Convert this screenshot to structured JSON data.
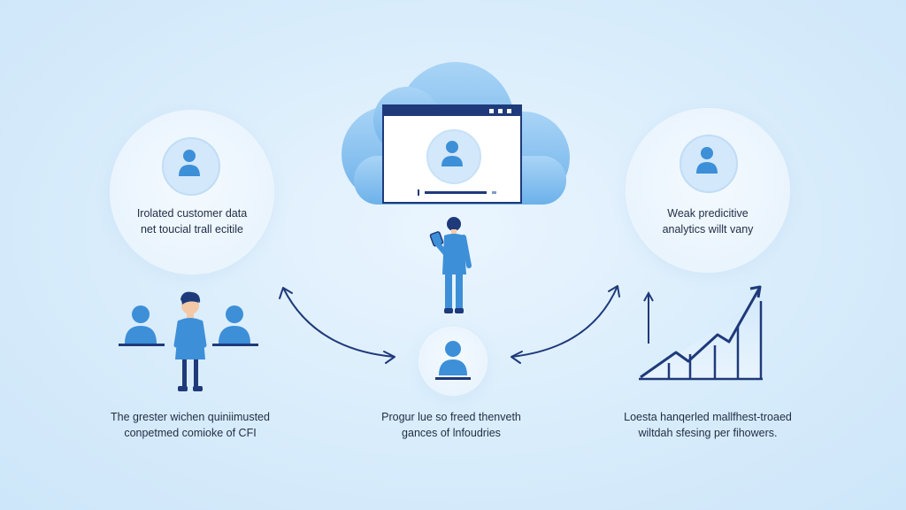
{
  "left_bubble": {
    "line1": "Irolated customer data",
    "line2": "net toucial trall ecitile"
  },
  "right_bubble": {
    "line1": "Weak predicitive",
    "line2": "analytics willt vany"
  },
  "bottom_captions": {
    "left": {
      "line1": "The grester wichen quiniimusted",
      "line2": "conpetmed comioke of CFI"
    },
    "center": {
      "line1": "Progur lue so freed thenveth",
      "line2": "gances of lnfoudries"
    },
    "right": {
      "line1": "Loesta hanqerled mallfhest-troaed",
      "line2": "wiltdah sfesing per fihowers."
    }
  },
  "icons": [
    "user-avatar-icon",
    "cloud-icon",
    "browser-window-icon",
    "person-with-phone-icon",
    "curved-arrow-icon",
    "bar-chart-icon",
    "trend-arrow-icon"
  ],
  "colors": {
    "primary_blue": "#3d8fd8",
    "navy": "#1f3a7a",
    "cloud": "#7fbdf0"
  }
}
